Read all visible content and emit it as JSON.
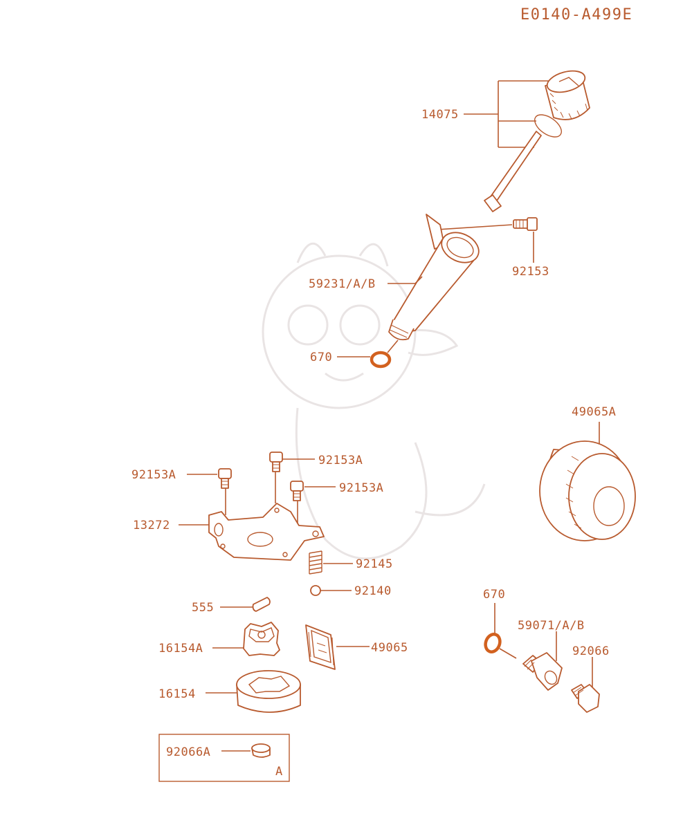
{
  "diagram_code": "E0140-A499E",
  "labels": {
    "p14075": "14075",
    "p92153": "92153",
    "p59231": "59231/A/B",
    "p670a": "670",
    "p49065A": "49065A",
    "p92153A_1": "92153A",
    "p92153A_2": "92153A",
    "p92153A_3": "92153A",
    "p13272": "13272",
    "p92145": "92145",
    "p92140": "92140",
    "p555": "555",
    "p16154A": "16154A",
    "p49065": "49065",
    "p16154": "16154",
    "p670b": "670",
    "p59071": "59071/A/B",
    "p92066": "92066",
    "p92066A": "92066A",
    "inset_letter": "A"
  },
  "colors": {
    "line": "#b85a2e",
    "oring": "#d2611f",
    "watermark": "#e9e4e4"
  }
}
